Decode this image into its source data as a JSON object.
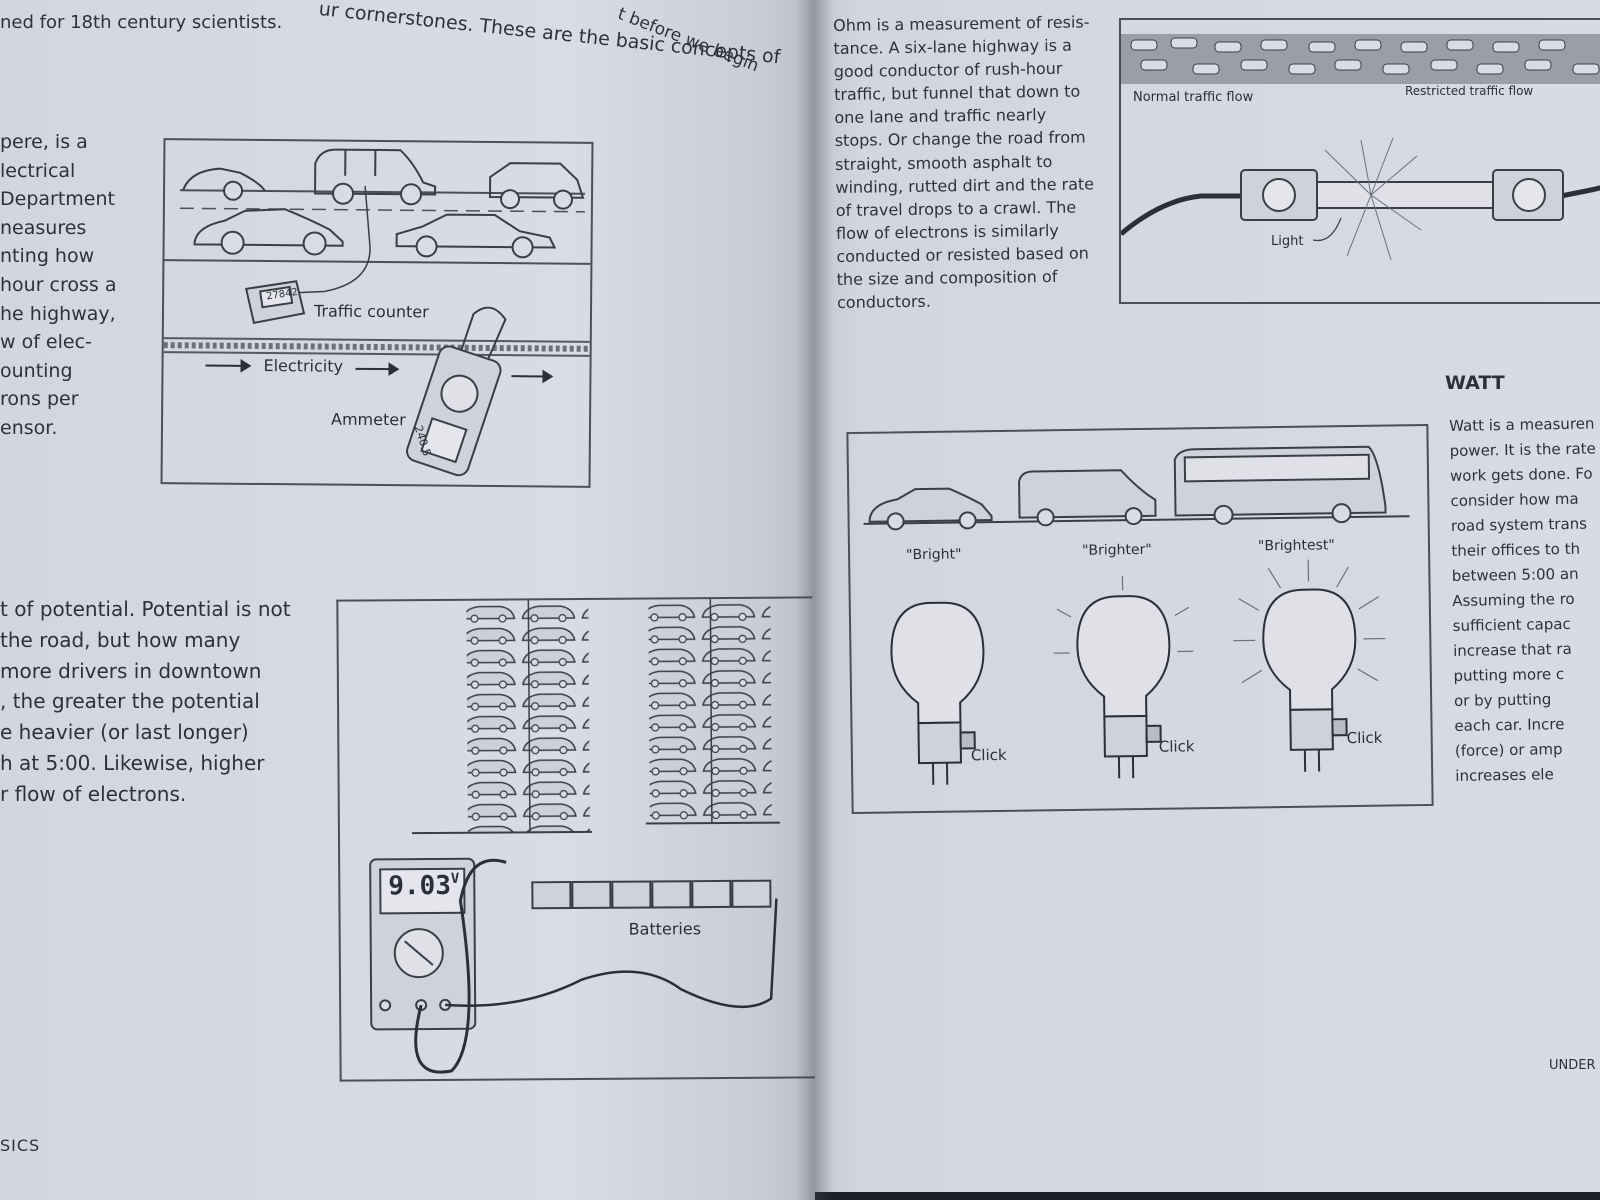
{
  "left_page": {
    "intro_partial": "t before we begin",
    "intro_line": "ur cornerstones. These are the basic concepts of",
    "intro_line2": "ned for 18th century scientists.",
    "ampere_text": [
      "pere, is a",
      "lectrical",
      "Department",
      "neasures",
      "nting how",
      "hour cross a",
      "he highway,",
      "w of elec-",
      "ounting",
      "rons per",
      "ensor."
    ],
    "volt_text": [
      "t of potential. Potential is not",
      "the road, but how many",
      "more drivers in downtown",
      ", the greater the potential",
      "e heavier (or last longer)",
      "h at 5:00. Likewise, higher",
      "r flow of electrons."
    ],
    "footer": "SICS"
  },
  "ampere_figure": {
    "traffic_counter_label": "Traffic counter",
    "counter_display": "27842",
    "electricity_label": "Electricity",
    "ammeter_label": "Ammeter",
    "ammeter_display": "240.5"
  },
  "volt_figure": {
    "meter_reading": "9.03",
    "meter_unit": "V",
    "batteries_label": "Batteries"
  },
  "right_page": {
    "ohm_text": [
      "Ohm is a measurement of resis-",
      "tance. A six-lane highway is a",
      "good conductor of rush-hour",
      "traffic, but funnel that down to",
      "one lane and traffic nearly",
      "stops. Or change the road from",
      "straight, smooth asphalt to",
      "winding, rutted dirt and the rate",
      "of travel drops to a crawl. The",
      "flow of electrons is similarly",
      "conducted or resisted based on",
      "the size and composition of",
      "conductors."
    ],
    "watt_heading": "WATT",
    "watt_text": [
      "Watt is a measuren",
      "power. It is the rate",
      "work gets done. Fo",
      "consider how ma",
      "road system trans",
      "their offices to th",
      "between 5:00 an",
      "Assuming the ro",
      "sufficient capac",
      "increase that ra",
      "putting more c",
      "or by putting",
      "each car. Incre",
      "(force) or amp",
      "increases ele"
    ],
    "footer": "UNDER"
  },
  "ohm_figure": {
    "normal_flow_label": "Normal traffic flow",
    "restricted_flow_label": "Restricted traffic flow",
    "light_label": "Light"
  },
  "watt_figure": {
    "bulbs": [
      {
        "label": "\"Bright\"",
        "click": "Click"
      },
      {
        "label": "\"Brighter\"",
        "click": "Click"
      },
      {
        "label": "\"Brightest\"",
        "click": "Click"
      }
    ]
  }
}
